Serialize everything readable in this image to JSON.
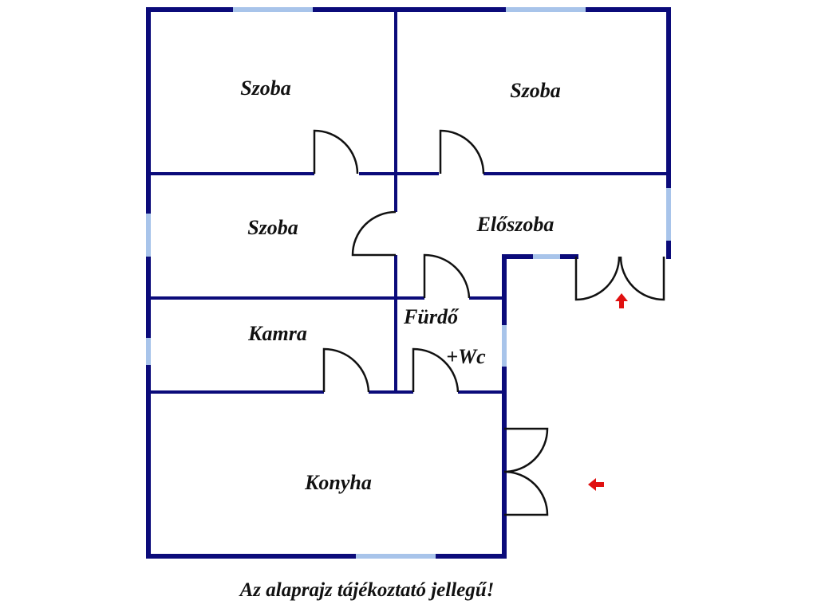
{
  "colors": {
    "wall": "#0b0b7a",
    "window": "#a8c4ea",
    "door": "#111111",
    "entrance_arrow": "#e01010",
    "background": "#ffffff"
  },
  "rooms": {
    "szoba_top_left": "Szoba",
    "szoba_top_right": "Szoba",
    "szoba_middle": "Szoba",
    "eloszoba": "Előszoba",
    "furdo_line1": "Fürdő",
    "furdo_line2": "+Wc",
    "kamra": "Kamra",
    "konyha": "Konyha"
  },
  "caption": "Az alaprajz tájékoztató jellegű!",
  "icons": {
    "entrance_up": "arrow-up-icon",
    "entrance_left": "arrow-left-icon"
  }
}
